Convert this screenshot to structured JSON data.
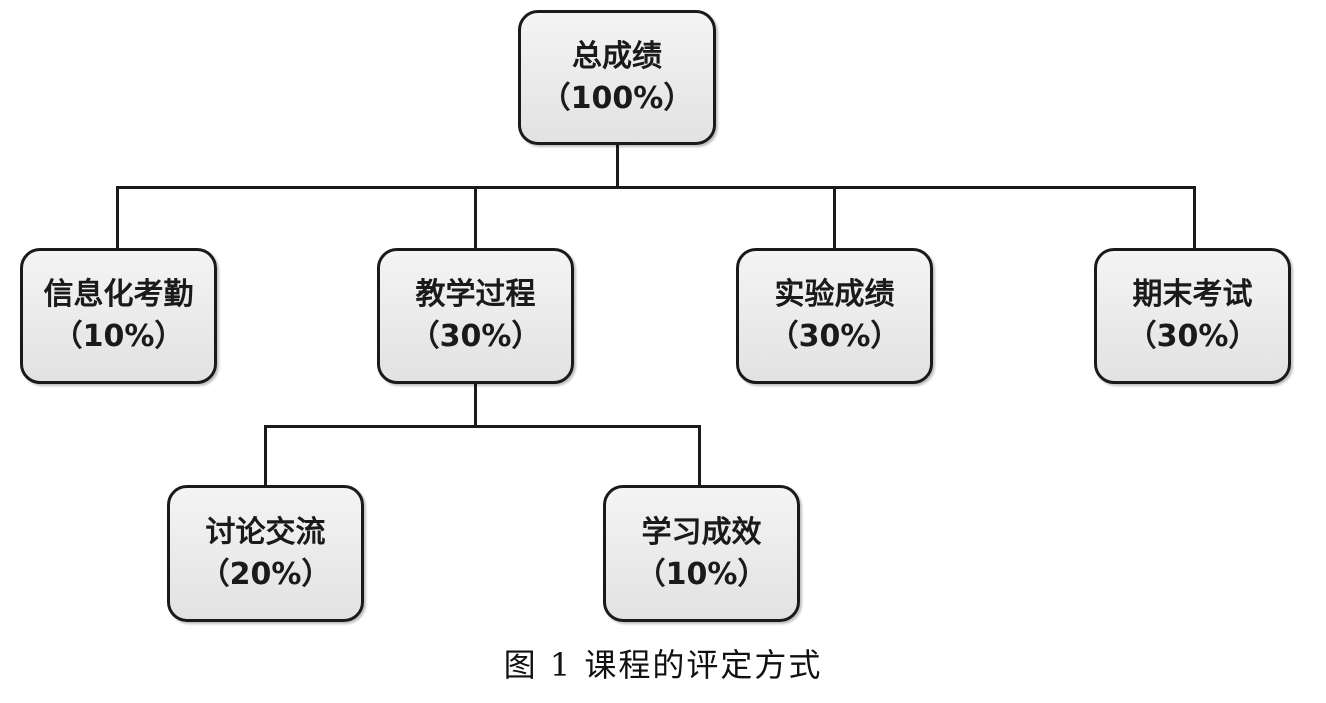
{
  "nodes": {
    "total": {
      "title": "总成绩",
      "weight": "（100%）"
    },
    "attendance": {
      "title": "信息化考勤",
      "weight": "（10%）"
    },
    "teaching_process": {
      "title": "教学过程",
      "weight": "（30%）"
    },
    "experiment": {
      "title": "实验成绩",
      "weight": "（30%）"
    },
    "final_exam": {
      "title": "期末考试",
      "weight": "（30%）"
    },
    "discussion": {
      "title": "讨论交流",
      "weight": "（20%）"
    },
    "learning_outcome": {
      "title": "学习成效",
      "weight": "（10%）"
    }
  },
  "caption": "图 1 课程的评定方式"
}
